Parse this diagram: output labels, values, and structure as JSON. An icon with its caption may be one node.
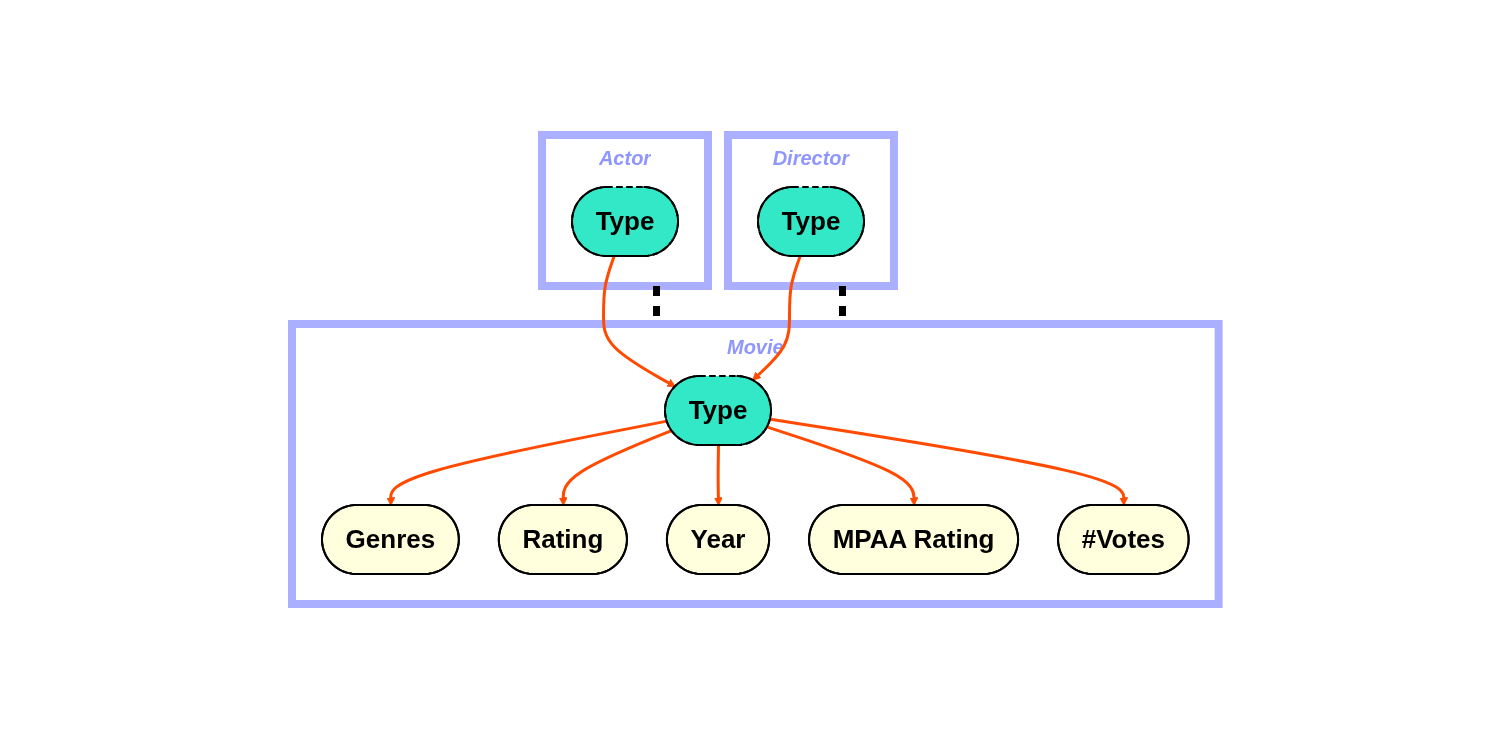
{
  "diagram": {
    "nodes": [
      {
        "text": [
          "Actor"
        ]
      },
      {
        "text": [
          "Type"
        ],
        "in": 0
      },
      {
        "text": [
          "Director"
        ]
      },
      {
        "text": [
          "Type"
        ],
        "in": 2
      },
      {
        "text": [
          "Movie"
        ]
      },
      {
        "text": [
          "Type"
        ],
        "in": 4
      },
      {
        "text": [
          "Genres"
        ],
        "in": 4
      },
      {
        "text": [
          "Rating"
        ],
        "in": 4
      },
      {
        "text": [
          "Year"
        ],
        "in": 4
      },
      {
        "text": [
          "MPAA Rating"
        ],
        "in": 4
      },
      {
        "text": [
          "#Votes"
        ],
        "in": 4
      }
    ],
    "edges": [
      {
        "from": 1,
        "to": 5,
        "arrow": "to"
      },
      {
        "from": 3,
        "to": 5,
        "arrow": "to"
      },
      {
        "from": 5,
        "to": 6,
        "arrow": "to"
      },
      {
        "from": 5,
        "to": 7,
        "arrow": "to"
      },
      {
        "from": 5,
        "to": 8,
        "arrow": "to"
      },
      {
        "from": 5,
        "to": 9,
        "arrow": "to"
      },
      {
        "from": 5,
        "to": 10,
        "arrow": "to"
      },
      {
        "from": 0,
        "to": 4,
        "arrow": "none",
        "style": "dashed",
        "color": "#000000"
      },
      {
        "from": 2,
        "to": 4,
        "arrow": "none",
        "style": "dashed",
        "color": "#000000"
      }
    ]
  }
}
